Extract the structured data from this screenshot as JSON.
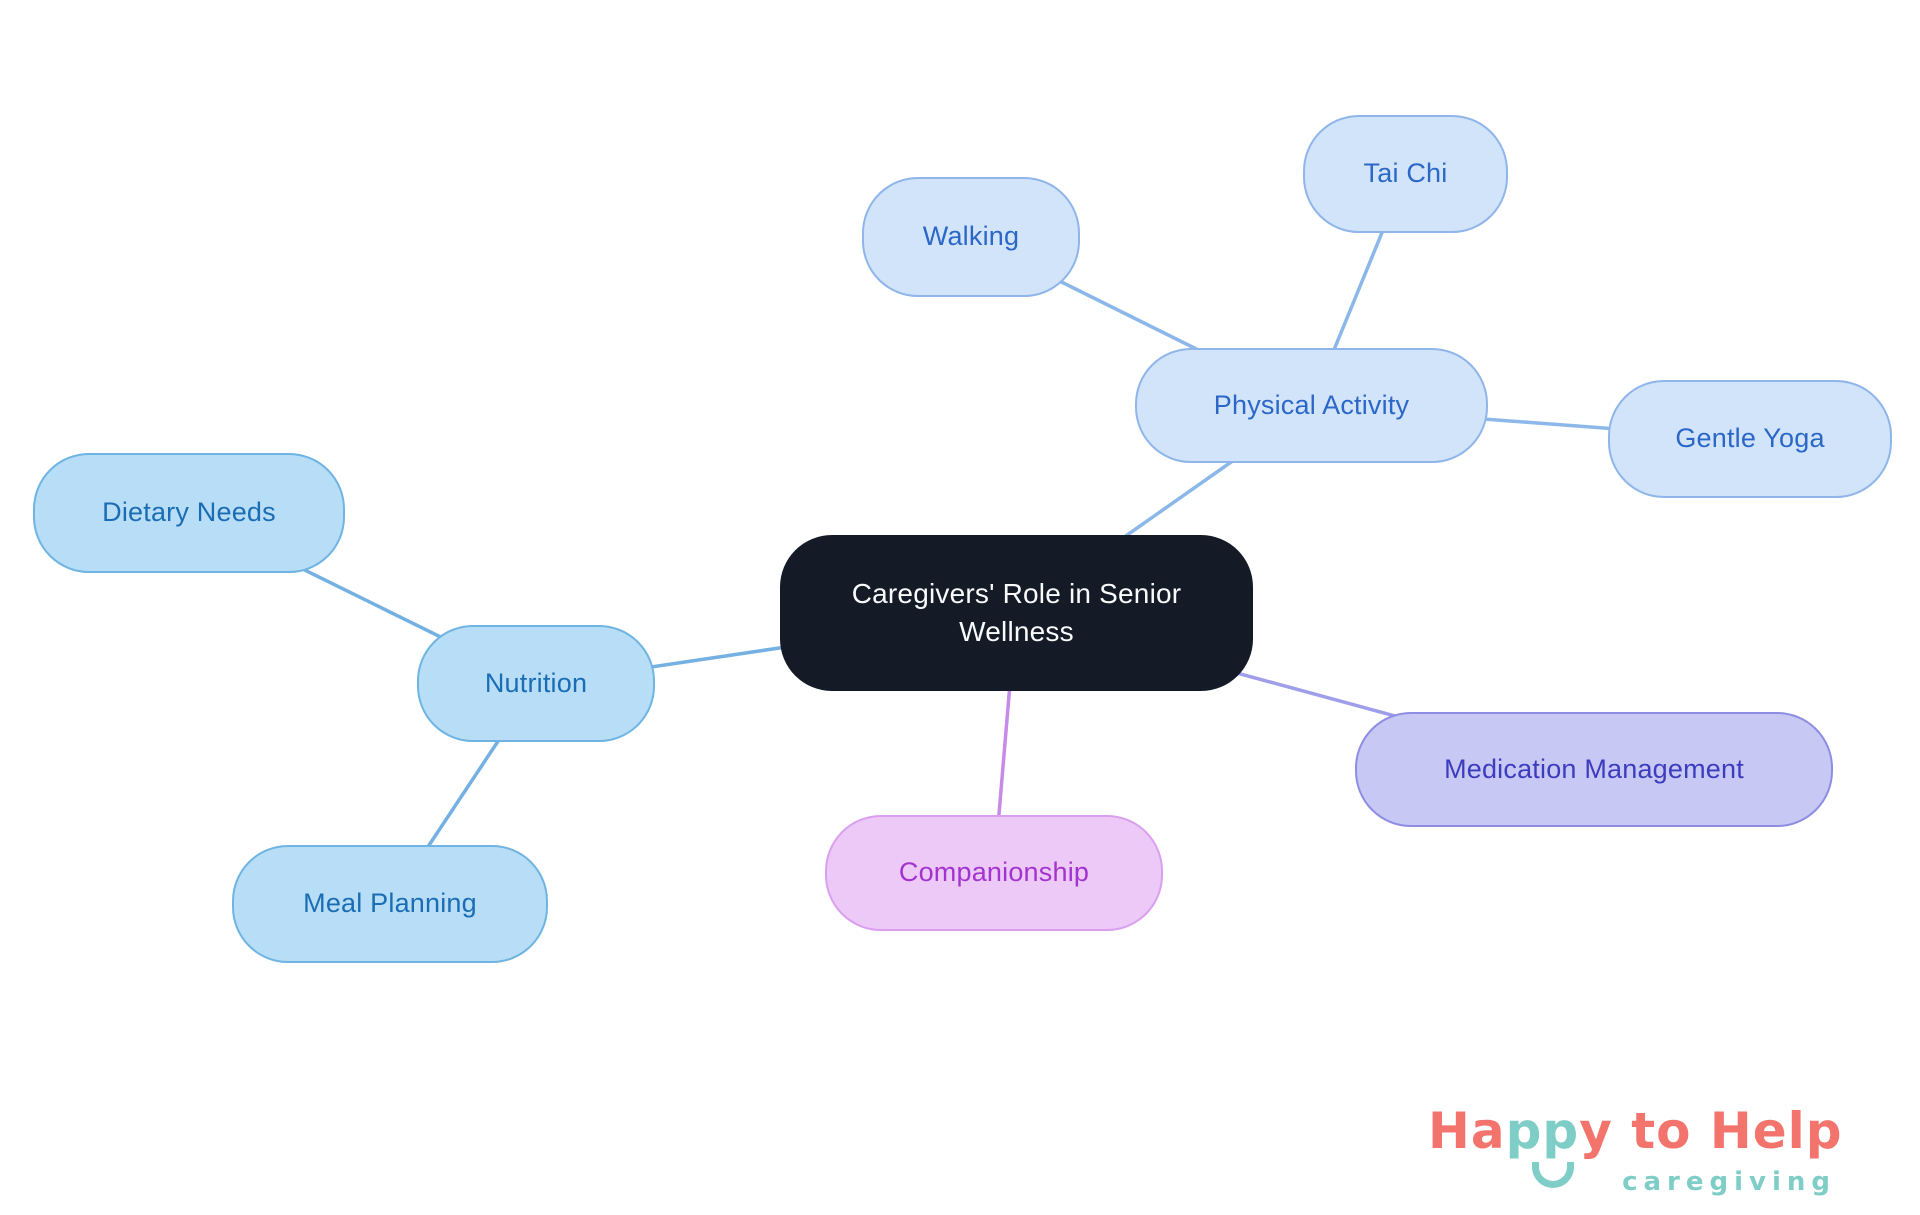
{
  "mindmap": {
    "central": {
      "label": "Caregivers' Role in Senior Wellness"
    },
    "branches": [
      {
        "id": "physical-activity",
        "label": "Physical Activity",
        "children": [
          {
            "id": "walking",
            "label": "Walking"
          },
          {
            "id": "tai-chi",
            "label": "Tai Chi"
          },
          {
            "id": "gentle-yoga",
            "label": "Gentle Yoga"
          }
        ]
      },
      {
        "id": "nutrition",
        "label": "Nutrition",
        "children": [
          {
            "id": "dietary-needs",
            "label": "Dietary Needs"
          },
          {
            "id": "meal-planning",
            "label": "Meal Planning"
          }
        ]
      },
      {
        "id": "medication-management",
        "label": "Medication Management",
        "children": []
      },
      {
        "id": "companionship",
        "label": "Companionship",
        "children": []
      }
    ]
  },
  "logo": {
    "part_ha": "Ha",
    "part_pp": "pp",
    "part_y": "y",
    "part_to": " to ",
    "part_help": "Help",
    "tagline": "caregiving",
    "smile_icon": "smile-arc-icon"
  },
  "colors": {
    "central_bg": "#141a26",
    "central_text": "#f8fafc",
    "pa_fill": "#d2e4f9",
    "pa_border": "#8fb5ea",
    "pa_text": "#2a67c8",
    "nut_fill": "#b7def6",
    "nut_border": "#6fb4e2",
    "nut_text": "#1a6db4",
    "med_fill": "#c8c8f4",
    "med_border": "#8d8de4",
    "med_text": "#3c3cbe",
    "comp_fill": "#ecc9f7",
    "comp_border": "#daa0ef",
    "comp_text": "#a233cf",
    "edge_pa": "#8cb7e9",
    "edge_nut": "#74b1e2",
    "edge_med": "#9e9eeb",
    "edge_comp": "#c78ae9",
    "logo_coral": "#f2746c",
    "logo_teal": "#7ecdc6"
  }
}
